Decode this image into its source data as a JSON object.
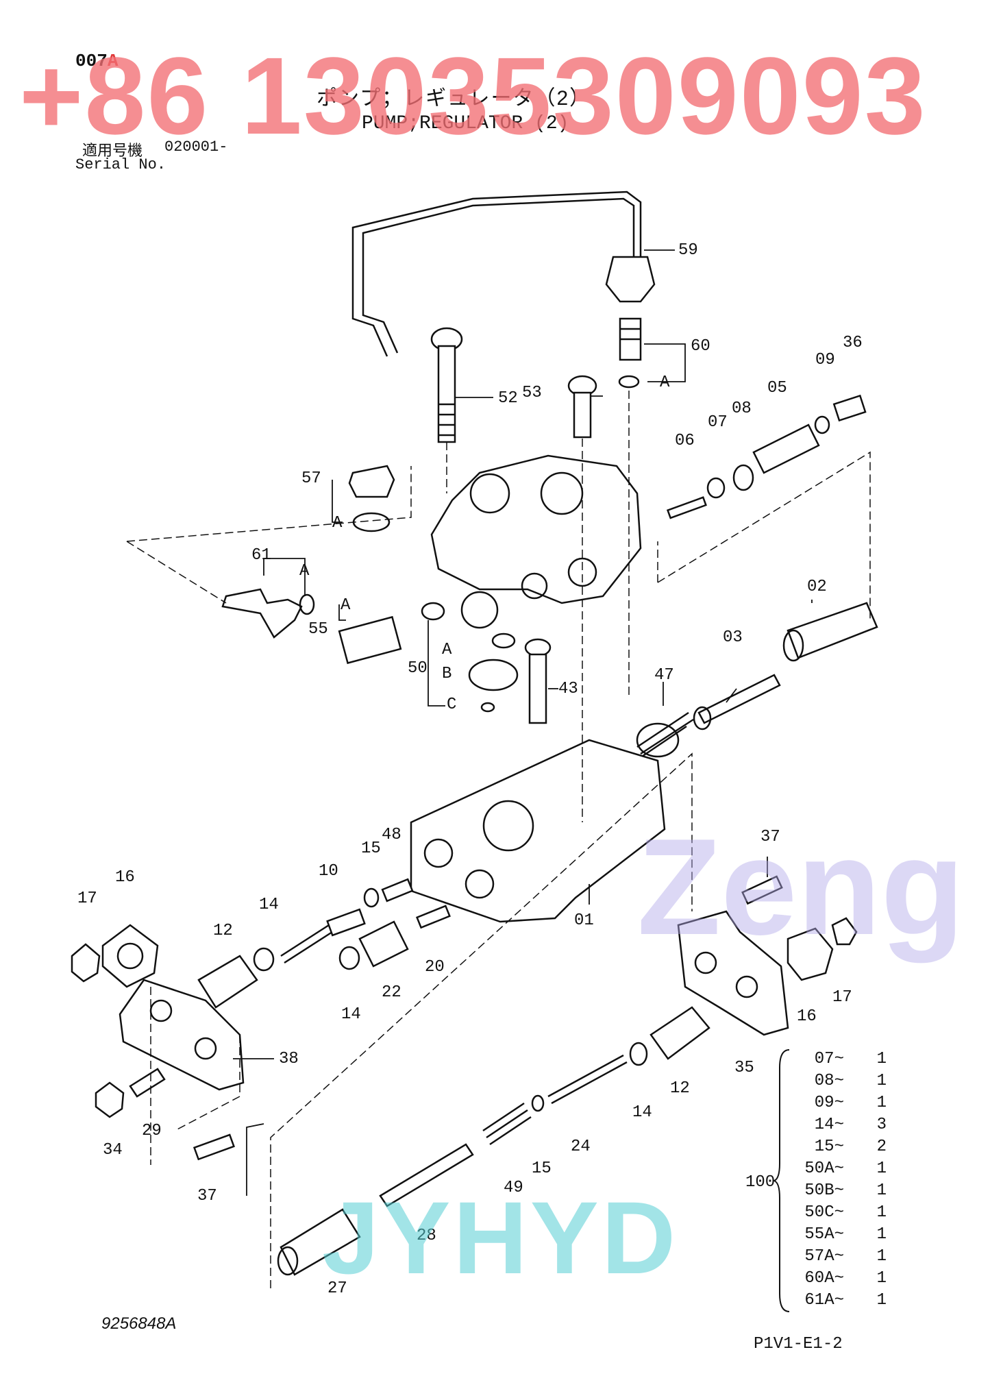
{
  "header": {
    "code": "007",
    "revision": "A",
    "title_jp": "ポンプ；レギュレータ（2）",
    "title_en": "PUMP;REGULATOR (2)",
    "serial_label_jp": "適用号機",
    "serial_label_en": "Serial No.",
    "serial_value": "020001-"
  },
  "watermarks": {
    "phone": "+86 13035309093",
    "brand": "JYHYD",
    "name": "Zeng"
  },
  "footer": {
    "doc_number": "9256848A",
    "page_code": "P1V1-E1-2"
  },
  "callouts": [
    "59",
    "60",
    "A",
    "36",
    "09",
    "05",
    "08",
    "07",
    "06",
    "52",
    "53",
    "57",
    "A",
    "61",
    "A",
    "A",
    "55",
    "A",
    "B",
    "C",
    "50",
    "43",
    "02",
    "03",
    "47",
    "01",
    "37",
    "48",
    "15",
    "10",
    "16",
    "17",
    "12",
    "14",
    "22",
    "20",
    "14",
    "38",
    "29",
    "34",
    "37",
    "16",
    "17",
    "35",
    "12",
    "14",
    "24",
    "15",
    "49",
    "28",
    "27"
  ],
  "kit": {
    "label": "100",
    "items": [
      {
        "part": "07~",
        "qty": "1"
      },
      {
        "part": "08~",
        "qty": "1"
      },
      {
        "part": "09~",
        "qty": "1"
      },
      {
        "part": "14~",
        "qty": "3"
      },
      {
        "part": "15~",
        "qty": "2"
      },
      {
        "part": "50A~",
        "qty": "1"
      },
      {
        "part": "50B~",
        "qty": "1"
      },
      {
        "part": "50C~",
        "qty": "1"
      },
      {
        "part": "55A~",
        "qty": "1"
      },
      {
        "part": "57A~",
        "qty": "1"
      },
      {
        "part": "60A~",
        "qty": "1"
      },
      {
        "part": "61A~",
        "qty": "1"
      }
    ]
  }
}
